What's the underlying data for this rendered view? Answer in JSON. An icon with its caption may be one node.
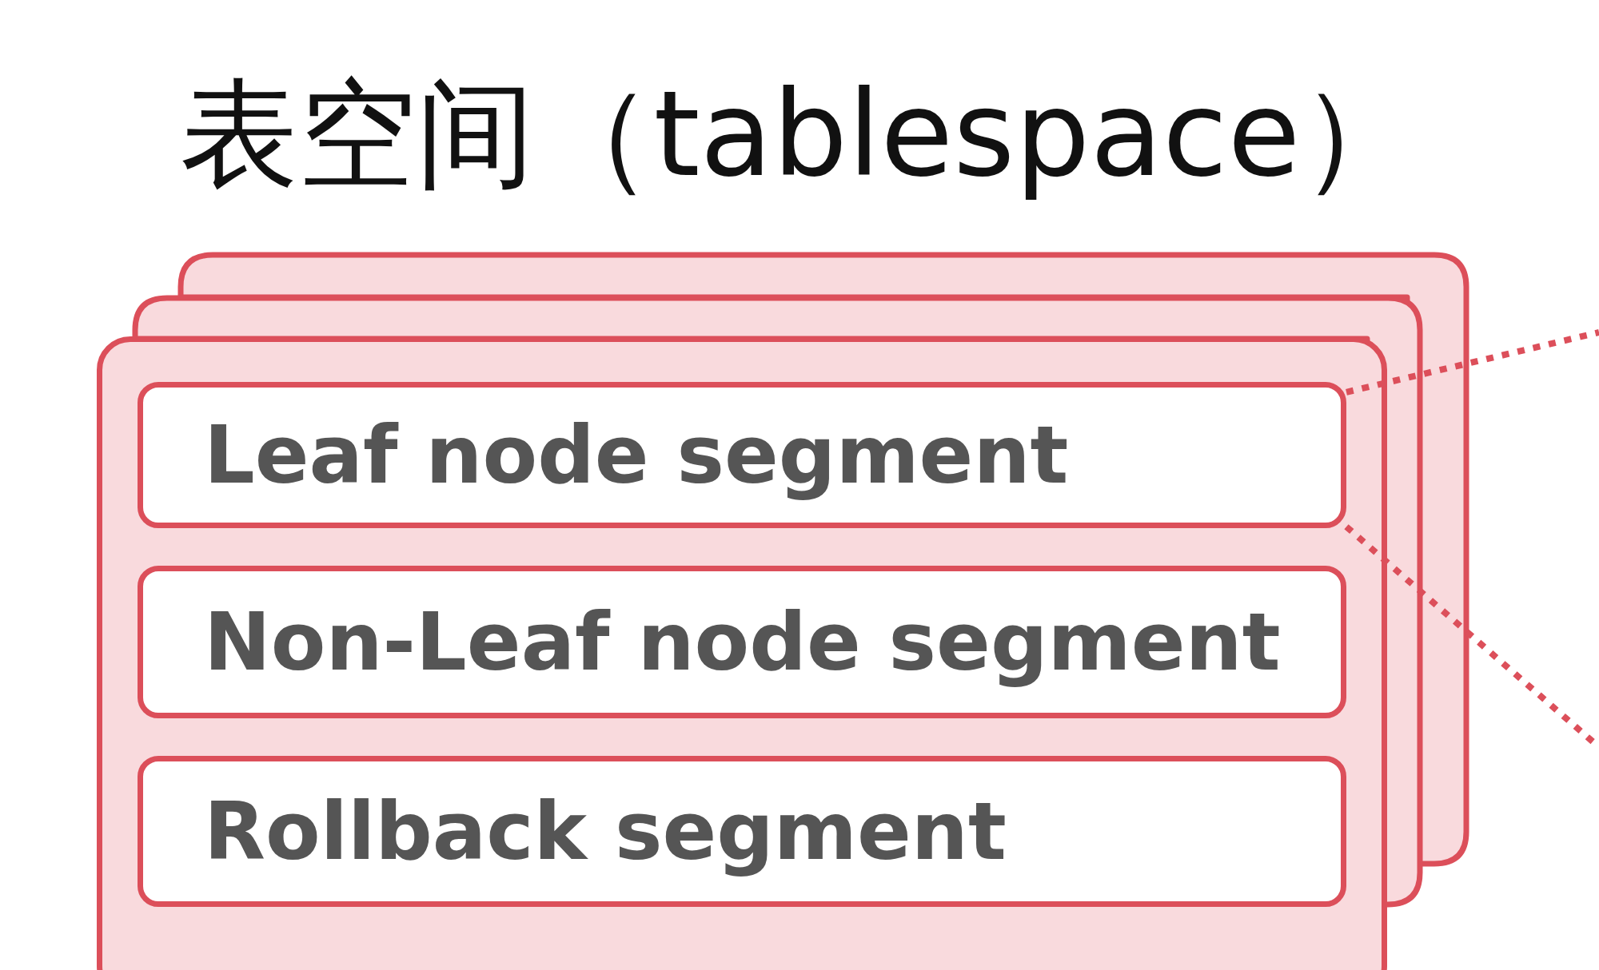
{
  "diagram": {
    "title": "表空间（tablespace）",
    "nodes": [
      {
        "text": [],
        "shape": "box"
      },
      {
        "text": [
          "Leaf node segment"
        ],
        "in": 0
      },
      {
        "text": [
          "Non-Leaf node segment"
        ],
        "in": 0
      },
      {
        "text": [
          "Rollback segment"
        ],
        "in": 0
      }
    ],
    "edges": [
      {
        "from": 1,
        "to": null,
        "arrow": "none",
        "style": "dashed"
      },
      {
        "from": 1,
        "to": null,
        "arrow": "none",
        "style": "dashed"
      }
    ]
  }
}
